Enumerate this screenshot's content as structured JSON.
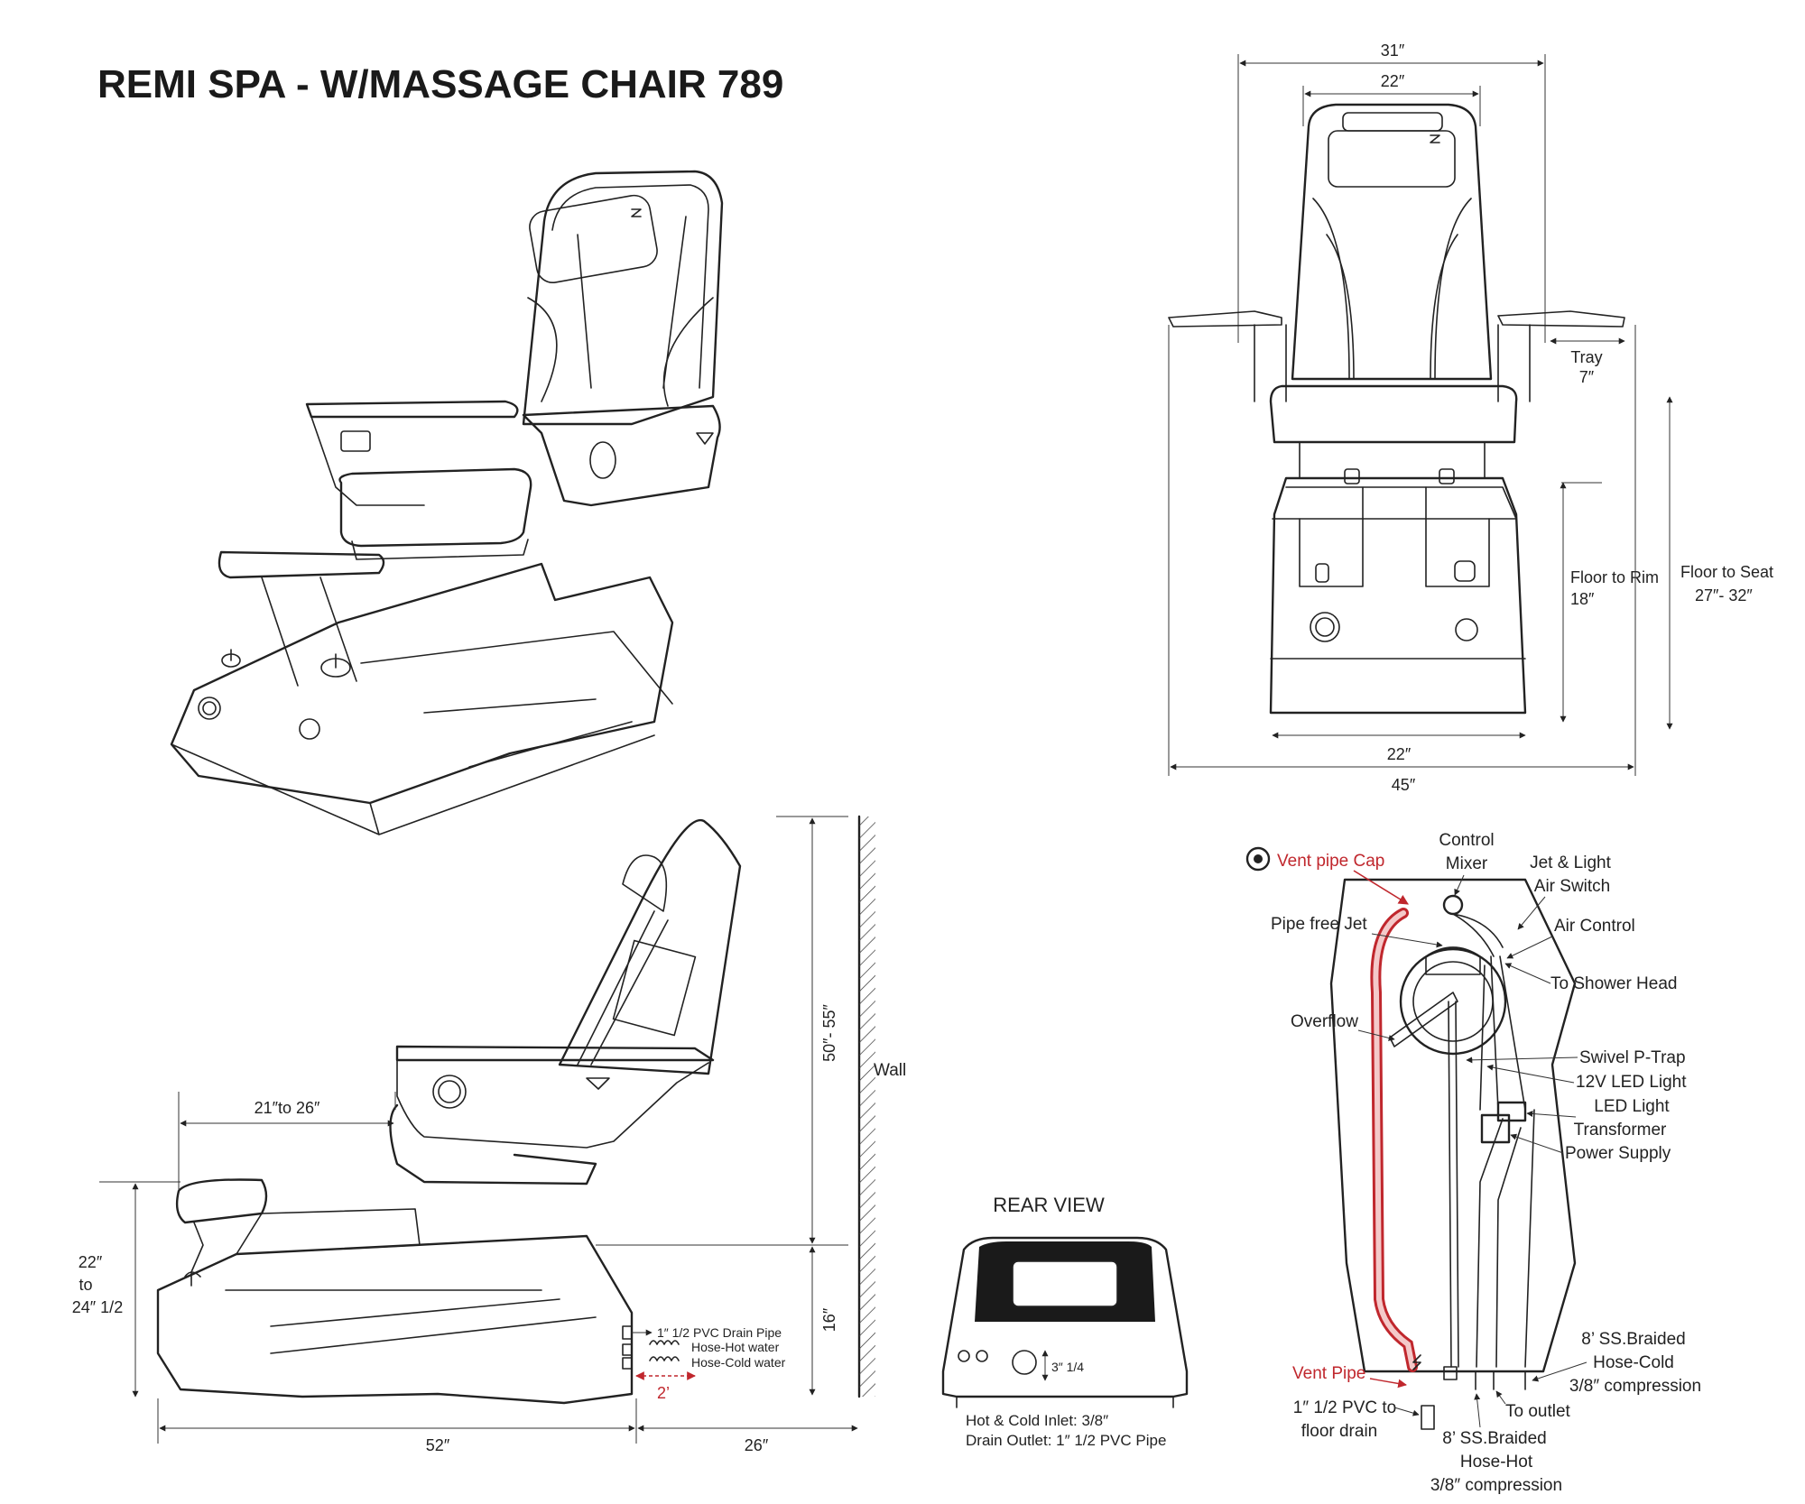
{
  "title": "REMI SPA - W/MASSAGE CHAIR 789",
  "front_view": {
    "dims": {
      "overall_width": "31″",
      "back_width": "22″",
      "tray_label": "Tray",
      "tray_value": "7″",
      "rim_label": "Floor to Rim",
      "rim_value": "18″",
      "seat_label": "Floor to Seat",
      "seat_value": "27″- 32″",
      "base_width": "22″",
      "total_width": "45″"
    }
  },
  "side_view": {
    "dims": {
      "footrest_range": "21″to 26″",
      "height_range": "50″- 55″",
      "wall": "Wall",
      "basin_height": "16″",
      "footrest_height_1": "22″",
      "footrest_height_2": "to",
      "footrest_height_3": "24″ 1/2",
      "length": "52″",
      "wall_clearance": "26″",
      "pipe_spacing": "2’"
    },
    "connections": [
      "1″ 1/2 PVC Drain Pipe",
      "Hose-Hot water",
      "Hose-Cold water"
    ]
  },
  "rear_view": {
    "title": "REAR VIEW",
    "inlet_dim": "3″ 1/4",
    "notes": [
      "Hot & Cold Inlet: 3/8″",
      "Drain Outlet: 1″ 1/2 PVC Pipe"
    ]
  },
  "plumbing": {
    "vent_pipe_cap": "Vent pipe Cap",
    "control_mixer_1": "Control",
    "control_mixer_2": "Mixer",
    "jet_light_1": "Jet & Light",
    "jet_light_2": "Air Switch",
    "pipe_free_jet": "Pipe free Jet",
    "air_control": "Air Control",
    "shower_head": "To Shower Head",
    "overflow": "Overflow",
    "p_trap": "Swivel P-Trap",
    "led_12v": "12V LED Light",
    "led_transformer_1": "LED Light",
    "led_transformer_2": "Transformer",
    "power_supply": "Power Supply",
    "hose_cold_1": "8’ SS.Braided",
    "hose_cold_2": "Hose-Cold",
    "hose_cold_3": "3/8″ compression",
    "vent_pipe": "Vent Pipe",
    "pvc_drain_1": "1″ 1/2 PVC to",
    "pvc_drain_2": "floor drain",
    "to_outlet": "To outlet",
    "hose_hot_1": "8’ SS.Braided",
    "hose_hot_2": "Hose-Hot",
    "hose_hot_3": "3/8″ compression"
  }
}
